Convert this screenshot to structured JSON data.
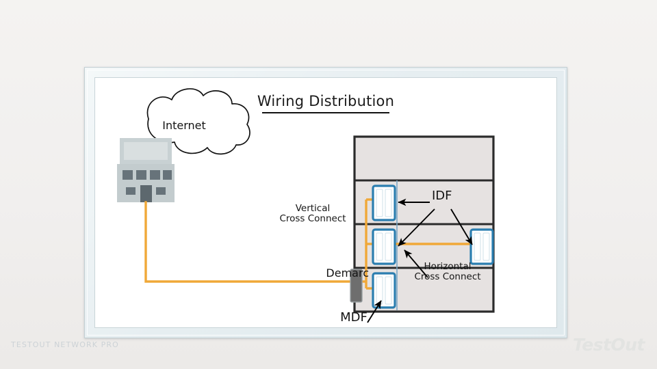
{
  "slide": {
    "title": "Wiring Distribution",
    "labels": {
      "internet": "Internet",
      "vertical_cross_connect": "Vertical\nCross Connect",
      "horizontal_cross_connect": "Horizontal\nCross Connect",
      "demarc": "Demarc",
      "idf": "IDF",
      "mdf": "MDF"
    }
  },
  "footer": {
    "course": "TESTOUT NETWORK PRO",
    "brand": "TestOut"
  },
  "colors": {
    "page_background": "#f2f1ef",
    "frame": "#e6eef1",
    "canvas": "#ffffff",
    "cable_orange": "#f0a838",
    "rack_blue": "#2b7eb0",
    "rack_fill": "#ffffff",
    "building_fill": "#e6e2e1",
    "building_stroke": "#2b2b2b",
    "building_divider_blue": "#7ba7c4",
    "demarc_gray": "#6e6e6e",
    "isp_building_light": "#cfd6d8",
    "isp_building_window": "#67737a",
    "text": "#141414",
    "footer_text": "#ccd2d6",
    "logo_text": "#e2e3e1"
  },
  "diagram": {
    "type": "network-wiring-distribution",
    "nodes": [
      {
        "name": "internet-cloud",
        "label": "Internet"
      },
      {
        "name": "isp-building",
        "label": ""
      },
      {
        "name": "demarc-box",
        "label": "Demarc"
      },
      {
        "name": "mdf-rack",
        "label": "MDF",
        "floor": 1
      },
      {
        "name": "idf-rack-floor2-left",
        "label": "IDF",
        "floor": 2
      },
      {
        "name": "idf-rack-floor2-right",
        "label": "IDF",
        "floor": 2
      },
      {
        "name": "idf-rack-floor3-left",
        "label": "IDF",
        "floor": 3
      }
    ],
    "links": [
      {
        "name": "isp-to-demarc",
        "kind": "service-drop",
        "color": "#f0a838"
      },
      {
        "name": "vertical-cross-connect",
        "kind": "riser-backbone",
        "color": "#f0a838"
      },
      {
        "name": "horizontal-cross-connect",
        "kind": "horizontal-run",
        "color": "#f0a838"
      }
    ],
    "building_floors": 4
  }
}
